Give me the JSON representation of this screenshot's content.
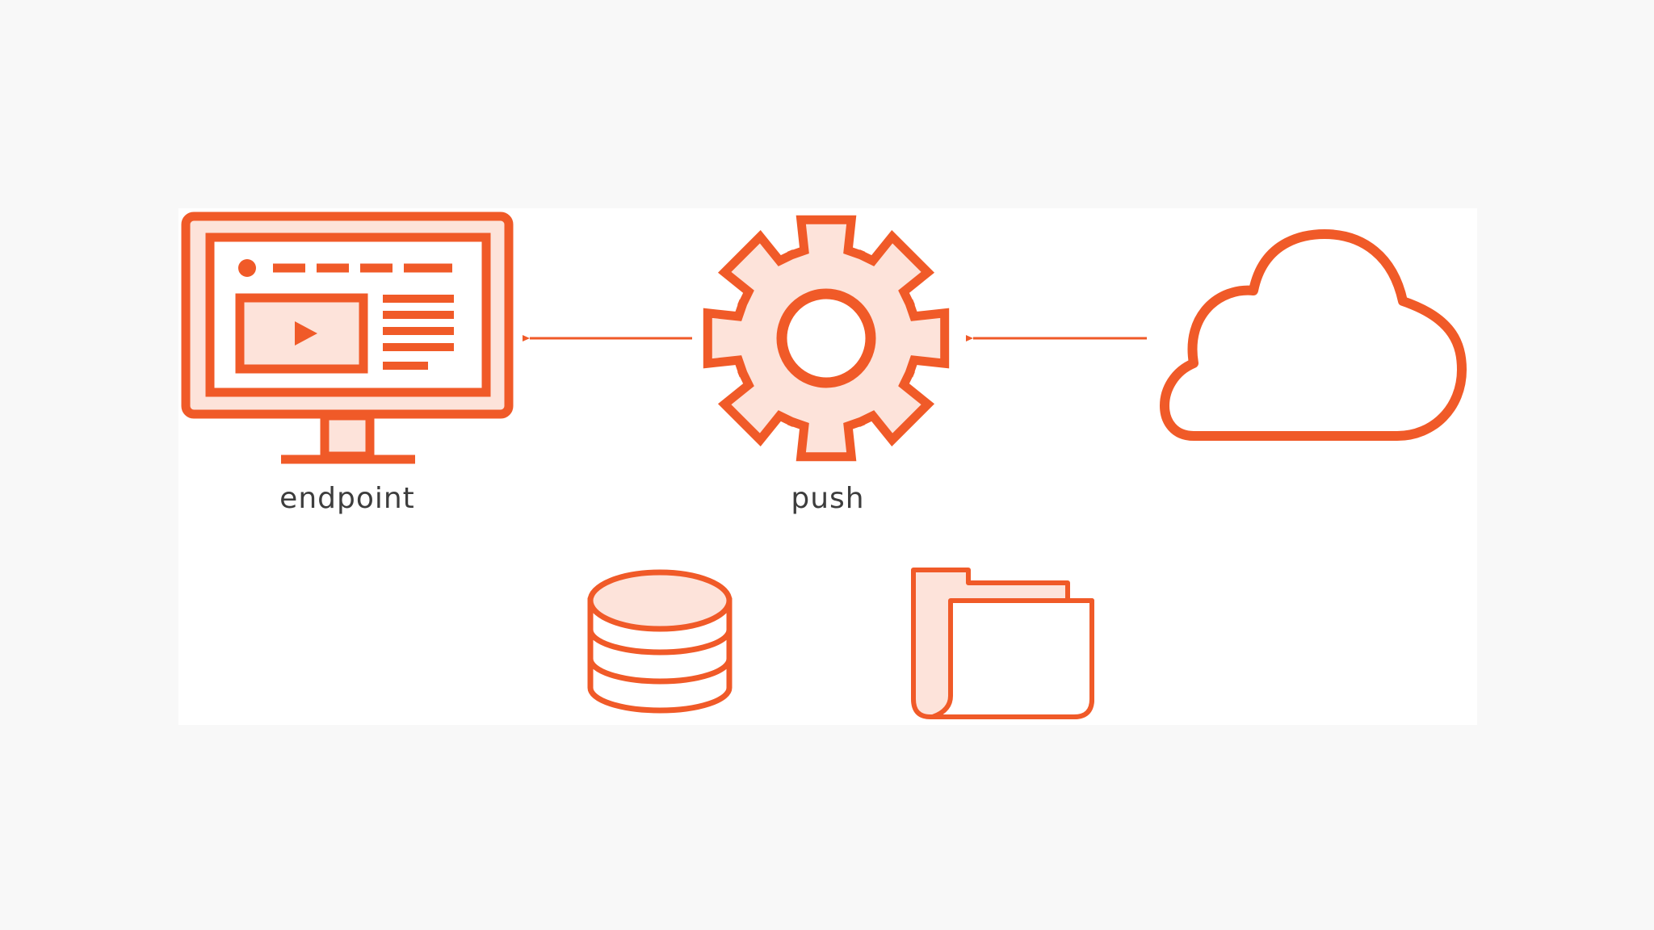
{
  "colors": {
    "accent": "#f05a28",
    "accent_fill": "#fde3da",
    "background": "#f8f8f8",
    "panel": "#ffffff",
    "label_text": "#3d3d3d"
  },
  "nodes": {
    "endpoint": {
      "icon": "monitor-video-icon",
      "label": "endpoint"
    },
    "push": {
      "icon": "gear-icon",
      "label": "push"
    },
    "cloud": {
      "icon": "cloud-icon"
    },
    "database": {
      "icon": "database-icon"
    },
    "folder": {
      "icon": "folder-icon"
    }
  },
  "edges": [
    {
      "from": "cloud",
      "to": "push"
    },
    {
      "from": "push",
      "to": "endpoint"
    }
  ]
}
